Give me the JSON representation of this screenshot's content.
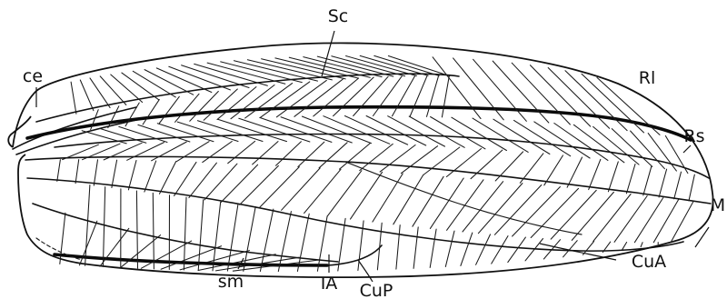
{
  "figure": {
    "labels": {
      "sc": "Sc",
      "ce": "ce",
      "rl": "Rl",
      "rs": "Rs",
      "m": "M",
      "cua": "CuA",
      "cup": "CuP",
      "ia": "IA",
      "sm": "sm"
    }
  }
}
